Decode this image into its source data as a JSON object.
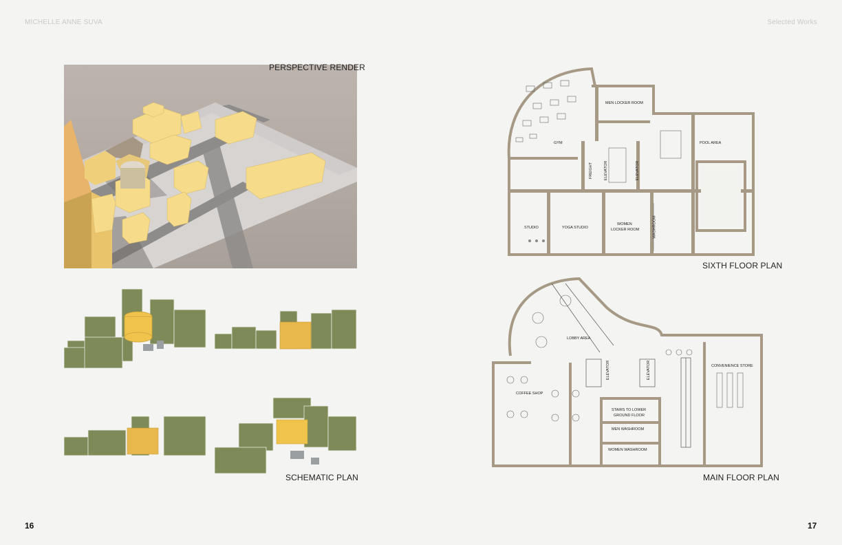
{
  "header": {
    "author": "MICHELLE ANNE SUVA",
    "section": "Selected Works"
  },
  "page_numbers": {
    "left": "16",
    "right": "17"
  },
  "captions": {
    "perspective": "PERSPECTIVE RENDER",
    "schematic": "SCHEMATIC PLAN",
    "sixth": "SIXTH FLOOR PLAN",
    "main": "MAIN FLOOR PLAN"
  },
  "sixth_floor_rooms": {
    "men_locker": "MEN LOCKER ROOM",
    "gym": "GYM",
    "pool": "POOL AREA",
    "freight": "FREIGHT",
    "elevator": "ELEVATOR",
    "elevator2": "ELEVATOR",
    "studio": "STUDIO",
    "yoga": "YOGA STUDIO",
    "women_locker_1": "WOMEN",
    "women_locker_2": "LOCKER ROOM",
    "washroom": "WASHROOM"
  },
  "main_floor_rooms": {
    "lobby": "LOBBY AREA",
    "convenience": "CONVENIENCE STORE",
    "coffee": "COFFEE SHOP",
    "elevator_a": "ELEVATOR",
    "elevator_b": "ELEVATOR",
    "stairs_1": "STAIRS TO LOWER",
    "stairs_2": "GROUND FLOOR",
    "men_washroom": "MEN WASHROOM",
    "women_washroom": "WOMEN WASHROOM"
  },
  "colors": {
    "background": "#f4f4f2",
    "building_yellow": "#f4d98a",
    "massing_green": "#7e8a58",
    "plan_wall": "#a69a86"
  }
}
